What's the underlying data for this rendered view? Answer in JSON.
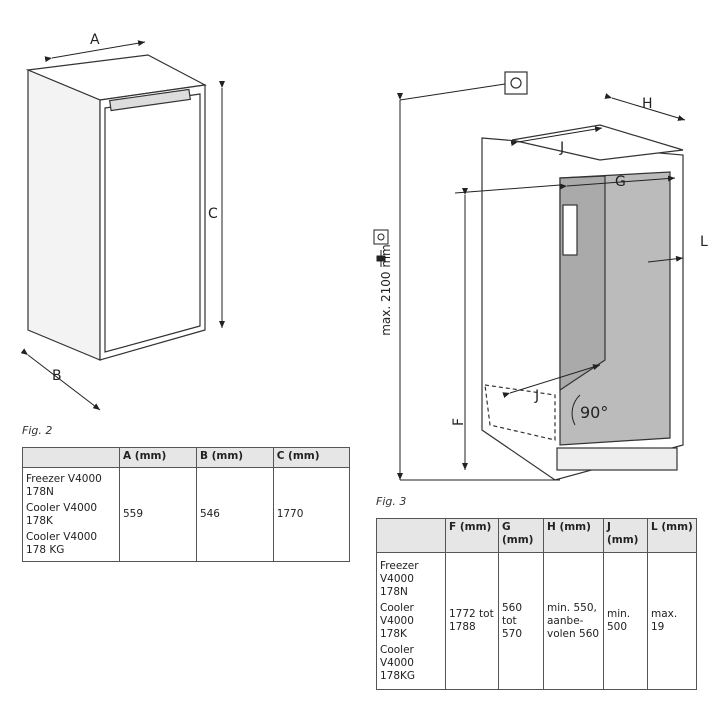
{
  "fig2": {
    "caption": "Fig. 2",
    "labels": {
      "a": "A",
      "b": "B",
      "c": "C"
    },
    "table": {
      "headers": [
        "",
        "A (mm)",
        "B (mm)",
        "C (mm)"
      ],
      "models": [
        "Freezer V4000 178N",
        "Cooler V4000 178K",
        "Cooler V4000 178 KG"
      ],
      "values": [
        "559",
        "546",
        "1770"
      ]
    }
  },
  "fig3": {
    "caption": "Fig. 3",
    "labels": {
      "h": "H",
      "j_top": "J",
      "g": "G",
      "l": "L",
      "f": "F",
      "j_bottom": "J",
      "height": "max. 2100 mm",
      "angle": "90°"
    },
    "table": {
      "headers": [
        "",
        "F (mm)",
        "G (mm)",
        "H (mm)",
        "J (mm)",
        "L (mm)"
      ],
      "models": [
        "Freezer V4000 178N",
        "Cooler V4000 178K",
        "Cooler V4000 178KG"
      ],
      "values": [
        "1772 tot 1788",
        "560 tot 570",
        "min. 550, aanbe-volen 560",
        "min. 500",
        "max. 19"
      ]
    }
  }
}
